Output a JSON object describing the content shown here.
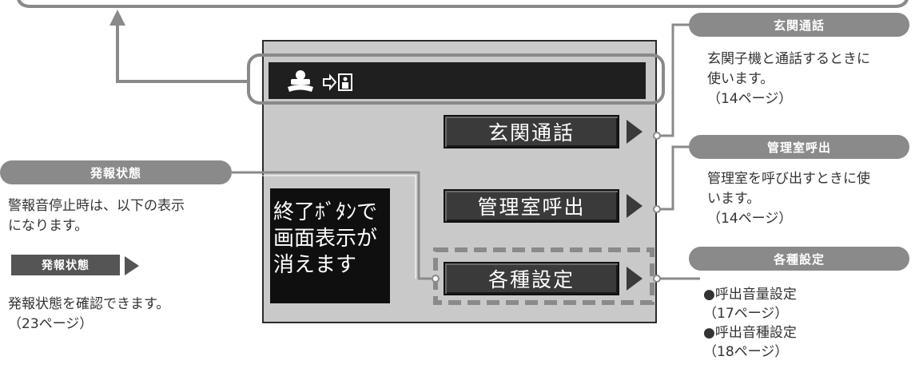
{
  "screen": {
    "buttons": [
      {
        "label": "玄関通話"
      },
      {
        "label": "管理室呼出"
      },
      {
        "label": "各種設定"
      }
    ],
    "end_message": "終了ﾎﾞﾀﾝで\n画面表示が\n消えます"
  },
  "callouts": {
    "entrance_call": {
      "header": "玄関通話",
      "description": "玄関子機と通話するときに\n使います。\n（14ページ）"
    },
    "management_call": {
      "header": "管理室呼出",
      "description": "管理室を呼び出すときに使\nいます。\n（14ページ）"
    },
    "settings": {
      "header": "各種設定",
      "items": [
        "●呼出音量設定\n（17ページ）",
        "●呼出音種設定\n（18ページ）"
      ]
    },
    "alarm_status": {
      "header": "発報状態",
      "description": "警報音停止時は、以下の表示\nになります。",
      "button_label": "発報状態",
      "note": "発報状態を確認できます。\n（23ページ）"
    }
  },
  "icons": [
    "intercom-handset-icon",
    "door-arrow-icon",
    "arrow-up-icon",
    "triangle-right-icon"
  ],
  "colors": {
    "screen_bg": "#c9c9c9",
    "topbar_bg": "#1f1f1f",
    "button_bg": "#3a3a3a",
    "header_pill": "#8a8a8a",
    "connector": "#8a8a8a"
  }
}
